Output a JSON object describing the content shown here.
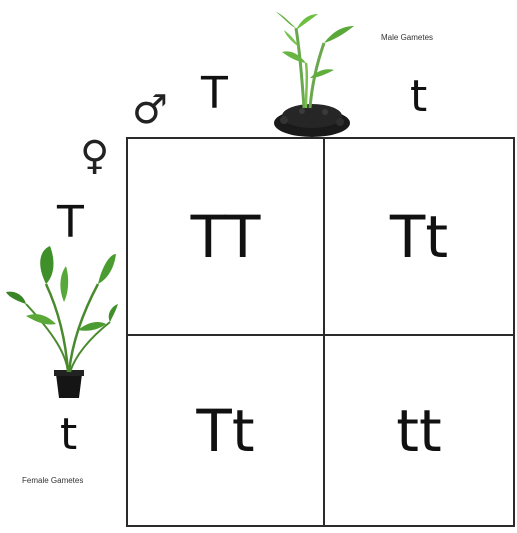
{
  "title": {
    "male_gametes": "Male Gametes",
    "female_gametes": "Female Gametes"
  },
  "symbols": {
    "male": "♂",
    "female": "♀"
  },
  "male_alleles": [
    "T",
    "t"
  ],
  "female_alleles": [
    "T",
    "t"
  ],
  "grid": {
    "cells": [
      [
        "TT",
        "Tt"
      ],
      [
        "Tt",
        "tt"
      ]
    ]
  },
  "icons": {
    "male_plant": "seedling-in-soil-icon",
    "female_plant": "potted-plant-icon"
  }
}
